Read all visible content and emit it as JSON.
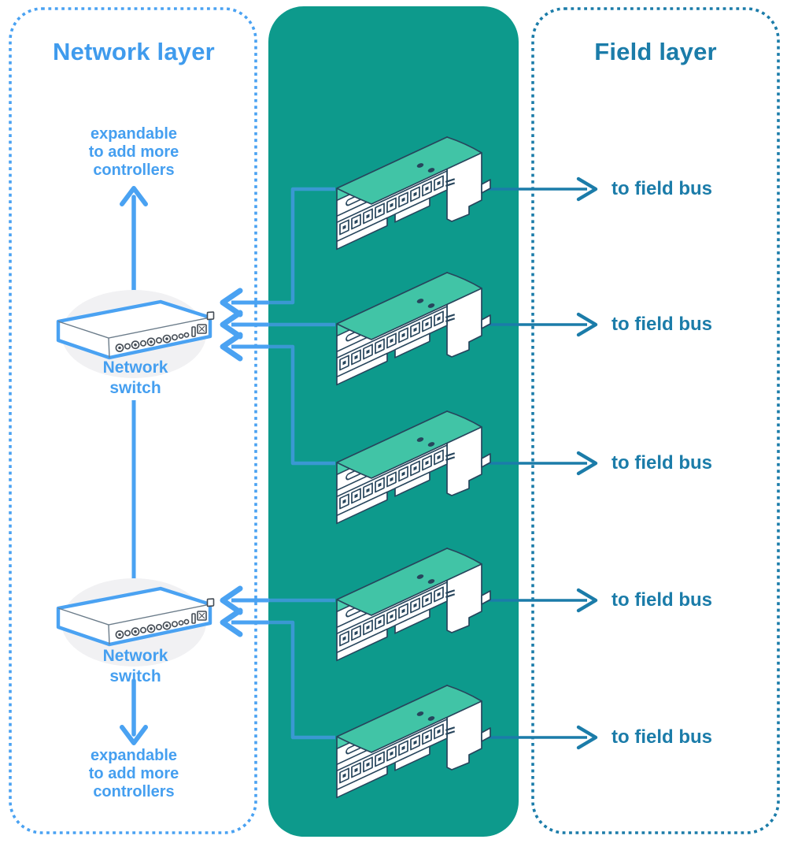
{
  "diagram": {
    "network_layer": {
      "title": "Network layer",
      "expandable_top": "expandable\nto add more\ncontrollers",
      "expandable_bottom": "expandable\nto add more\ncontrollers",
      "switches": [
        {
          "label": "Network\nswitch"
        },
        {
          "label": "Network\nswitch"
        }
      ]
    },
    "field_layer": {
      "title": "Field layer",
      "rows": [
        {
          "label": "to field bus"
        },
        {
          "label": "to field bus"
        },
        {
          "label": "to field bus"
        },
        {
          "label": "to field bus"
        },
        {
          "label": "to field bus"
        }
      ]
    },
    "controllers": {
      "count": 5
    },
    "colors": {
      "accent_blue": "#459ff0",
      "in_column_line_blue": "#3a98d2",
      "teal_column": "#0d9a8c",
      "dark_teal": "#1b7ca9",
      "device_top_teal": "#41c4a6",
      "outline_navy": "#27455c",
      "switch_shadow": "#f1f1f3"
    }
  }
}
